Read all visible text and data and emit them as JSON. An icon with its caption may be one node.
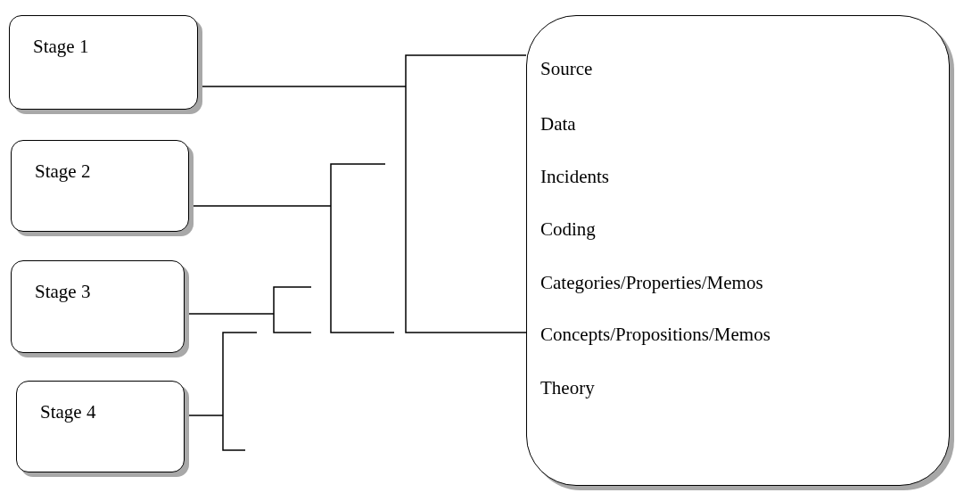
{
  "diagram": {
    "nodes": [
      {
        "text": [
          "Stage 1"
        ]
      },
      {
        "text": [
          "Stage 2"
        ]
      },
      {
        "text": [
          "Stage 3"
        ]
      },
      {
        "text": [
          "Stage 4"
        ]
      },
      {
        "text": [
          "Source",
          "Data",
          "Incidents",
          "Coding",
          "Categories/Properties/Memos",
          "Concepts/Propositions/Memos",
          "Theory"
        ]
      }
    ],
    "edges": [
      {
        "from": 0,
        "to": 4,
        "arrow": "none"
      },
      {
        "from": 1,
        "to": null,
        "arrow": "none"
      },
      {
        "from": 2,
        "to": null,
        "arrow": "none"
      },
      {
        "from": 3,
        "to": null,
        "arrow": "none"
      }
    ]
  }
}
